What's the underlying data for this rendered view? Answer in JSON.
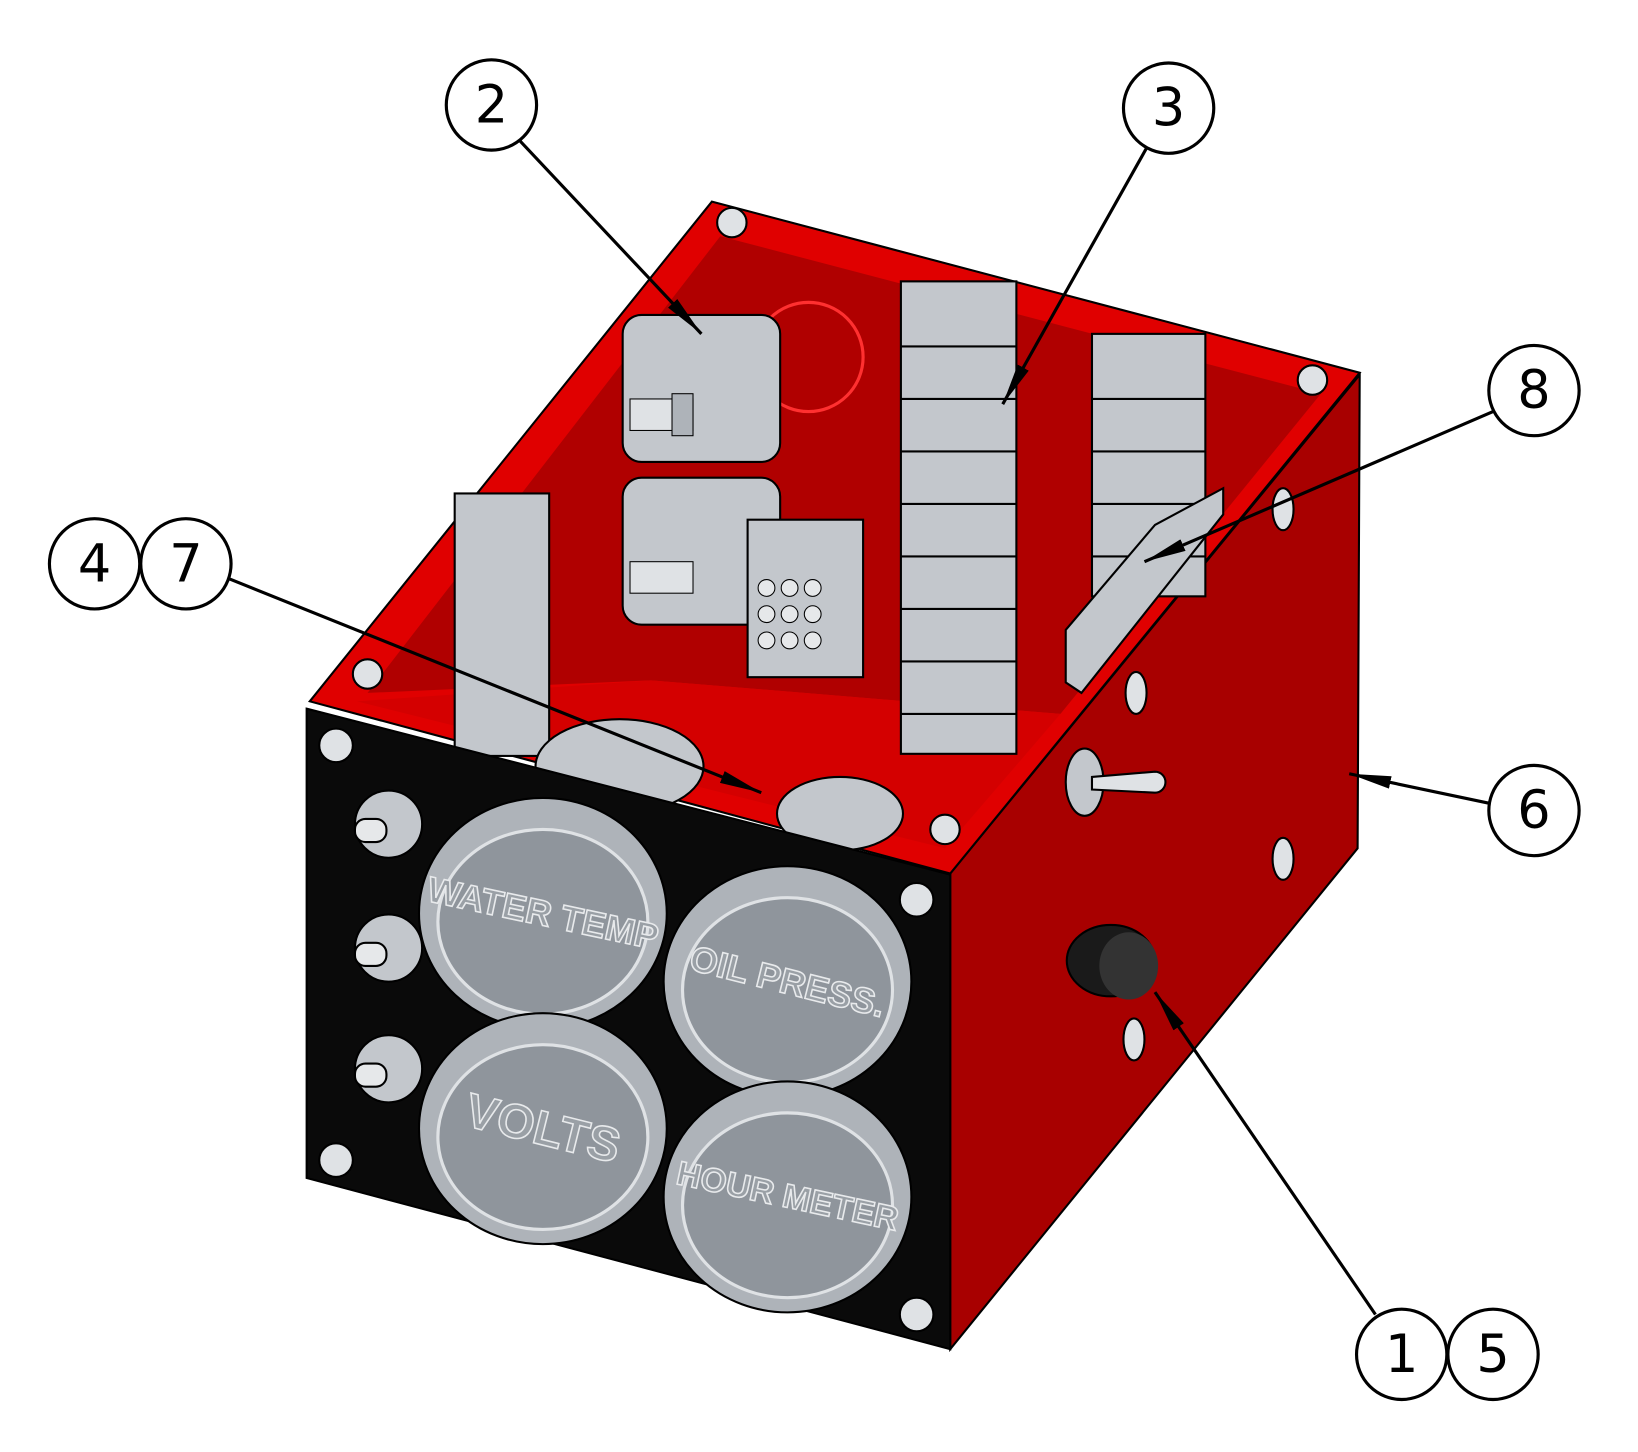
{
  "colors": {
    "box_red": "#e00000",
    "box_dark_red": "#a80000",
    "panel_black": "#0a0a0a",
    "component_gray": "#c3c7cc"
  },
  "callouts": [
    {
      "id": "c2",
      "label": "2",
      "part": "relay"
    },
    {
      "id": "c3",
      "label": "3",
      "part": "terminal-strip"
    },
    {
      "id": "c8",
      "label": "8",
      "part": "bracket"
    },
    {
      "id": "c4",
      "label": "4",
      "part": "gauge"
    },
    {
      "id": "c7",
      "label": "7",
      "part": "gauge"
    },
    {
      "id": "c6",
      "label": "6",
      "part": "enclosure"
    },
    {
      "id": "c1",
      "label": "1",
      "part": "connector"
    },
    {
      "id": "c5",
      "label": "5",
      "part": "connector"
    }
  ],
  "gauges": [
    {
      "label": "WATER TEMP"
    },
    {
      "label": "OIL PRESS."
    },
    {
      "label": "VOLTS"
    },
    {
      "label": "HOUR METER"
    }
  ]
}
